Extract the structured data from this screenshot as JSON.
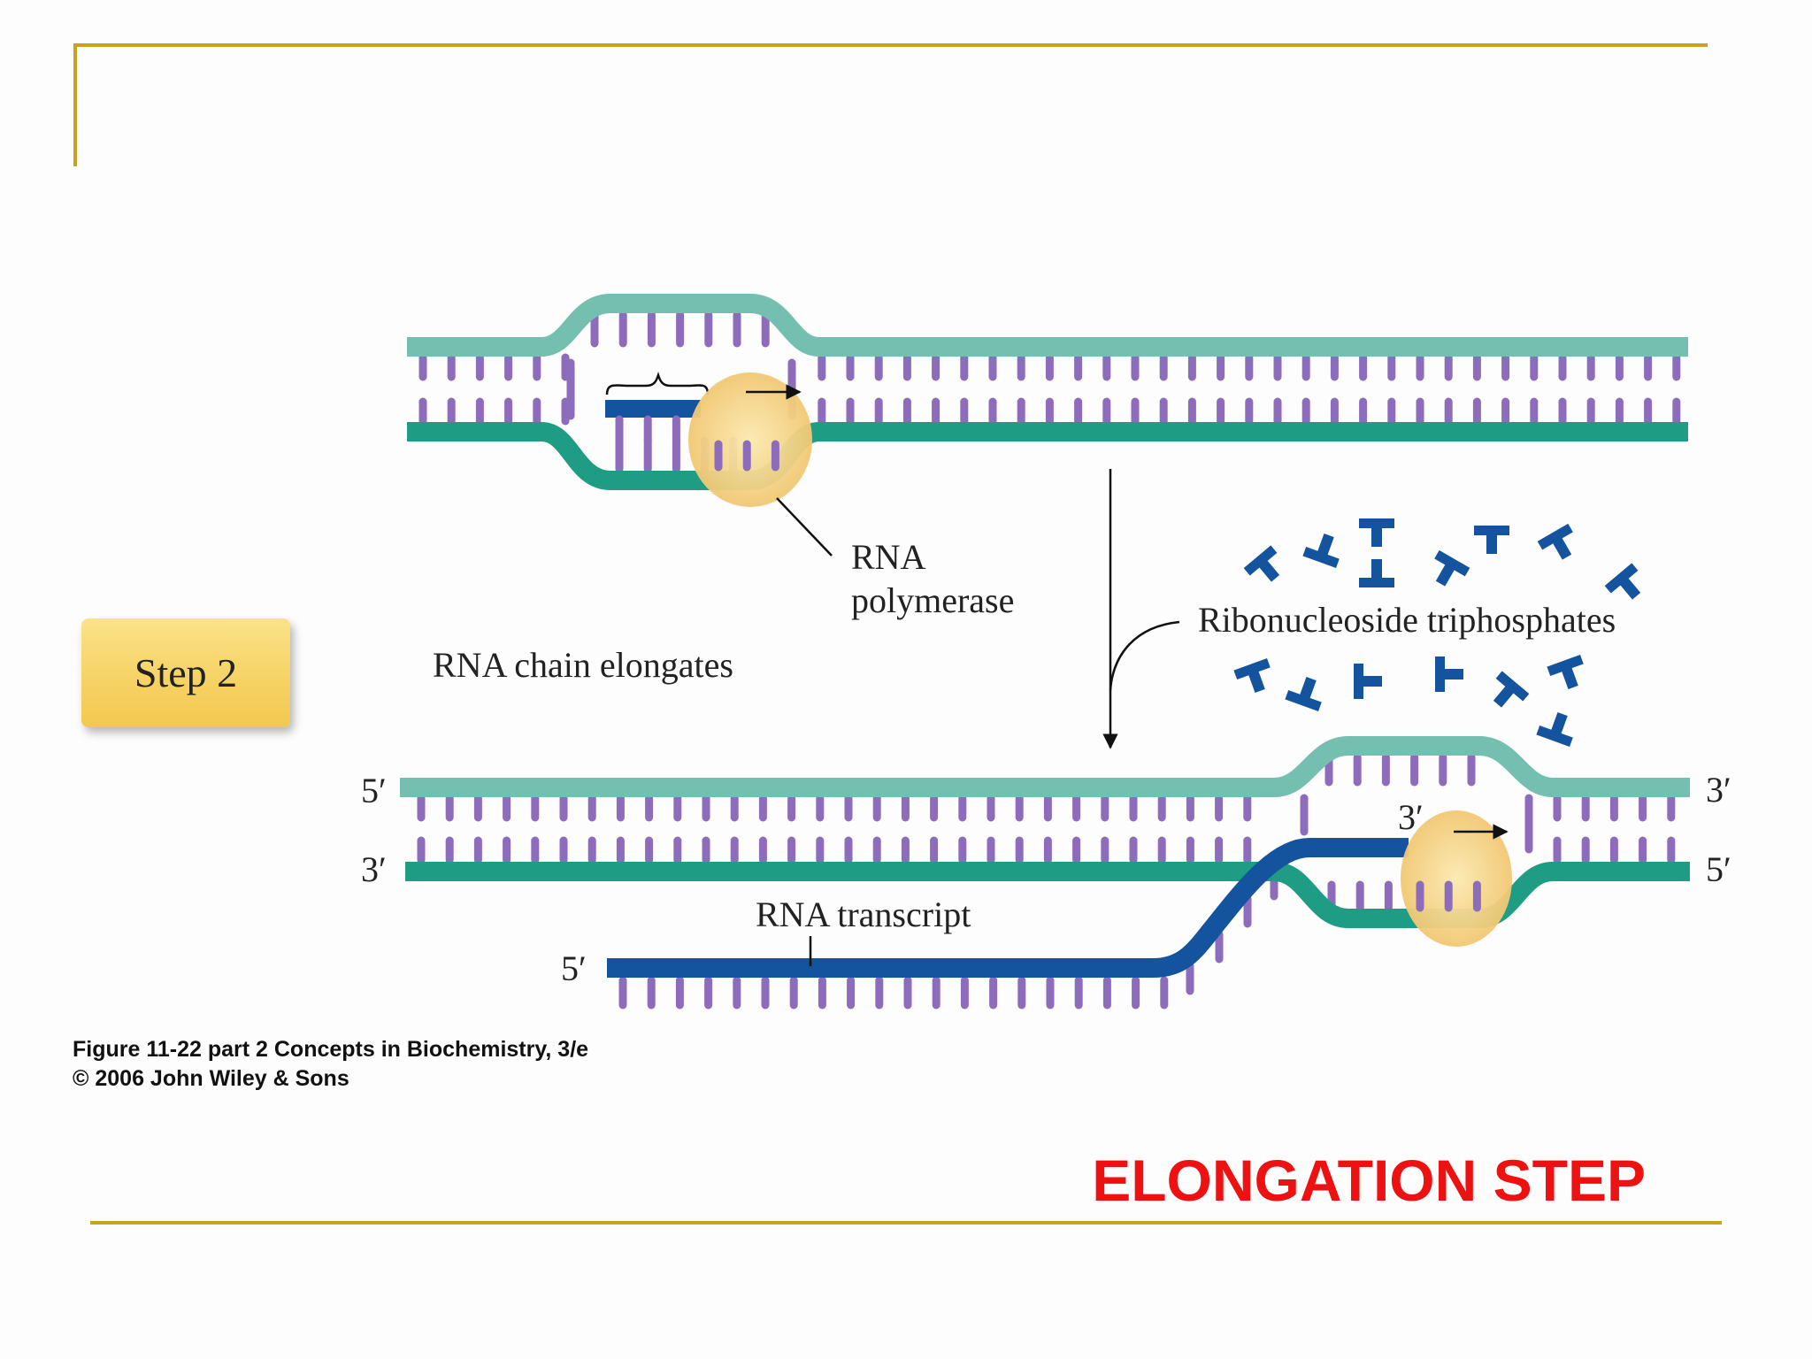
{
  "colors": {
    "frame": "#c8a21c",
    "template_strand": "#1e9c84",
    "coding_strand": "#74bfb0",
    "base": "#8e6cbc",
    "rna": "#14539e",
    "ntp": "#14539e",
    "polymerase": "#f6d88a",
    "title_red": "#ee1111"
  },
  "step_badge": {
    "label": "Step 2"
  },
  "diagram": {
    "rna_polymerase_label": [
      "RNA",
      "polymerase"
    ],
    "elongates_label": "RNA chain elongates",
    "ntp_label": "Ribonucleoside triphosphates",
    "transcript_label": "RNA transcript",
    "ends": {
      "top_left": "5′",
      "bottom_left": "3′",
      "top_right": "3′",
      "bottom_right": "5′",
      "rna_tip": "3′",
      "rna_start": "5′"
    }
  },
  "citation": {
    "line1": "Figure 11-22 part 2  Concepts in Biochemistry, 3/e",
    "line2": "© 2006 John Wiley & Sons"
  },
  "footer": {
    "title": "ELONGATION STEP"
  }
}
